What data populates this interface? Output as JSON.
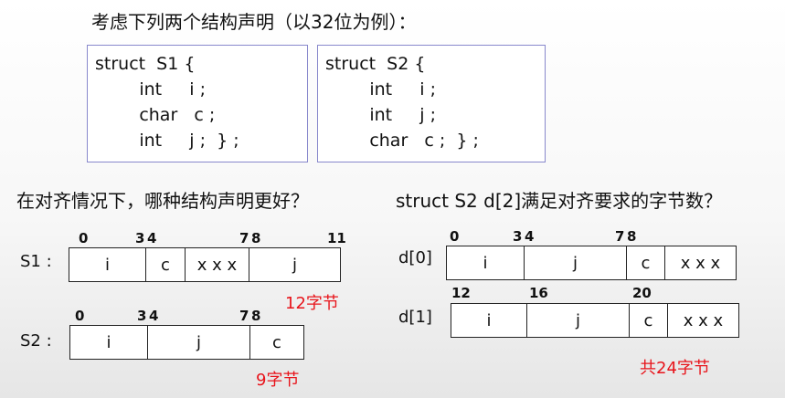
{
  "title": "考虑下列两个结构声明（以32位为例）：",
  "s1_code": [
    "struct  S1 {",
    "        int     i ;",
    "        char   c ;",
    "        int     j ;  } ;"
  ],
  "s2_code": [
    "struct  S2 {",
    "        int     i ;",
    "        int     j ;",
    "        char   c ;  } ;"
  ],
  "question_left": "在对齐情况下，哪种结构声明更好？",
  "question_right": "struct S2 d[2]满足对齐要求的字节数？",
  "s1": {
    "label": "S1 :",
    "offsets": [
      "0",
      "3",
      "4",
      "7",
      "8",
      "11"
    ],
    "cells": [
      "i",
      "c",
      "x x x",
      "j"
    ],
    "size": "12字节"
  },
  "s2": {
    "label": "S2 :",
    "offsets": [
      "0",
      "3",
      "4",
      "7",
      "8"
    ],
    "cells": [
      "i",
      "j",
      "c"
    ],
    "size": "9字节"
  },
  "d0": {
    "label": "d[0]",
    "offsets": [
      "0",
      "3",
      "4",
      "7",
      "8"
    ],
    "cells": [
      "i",
      "j",
      "c",
      "x x x"
    ]
  },
  "d1": {
    "label": "d[1]",
    "offsets": [
      "12",
      "16",
      "20"
    ],
    "cells": [
      "i",
      "j",
      "c",
      "x x x"
    ]
  },
  "total": "共24字节"
}
